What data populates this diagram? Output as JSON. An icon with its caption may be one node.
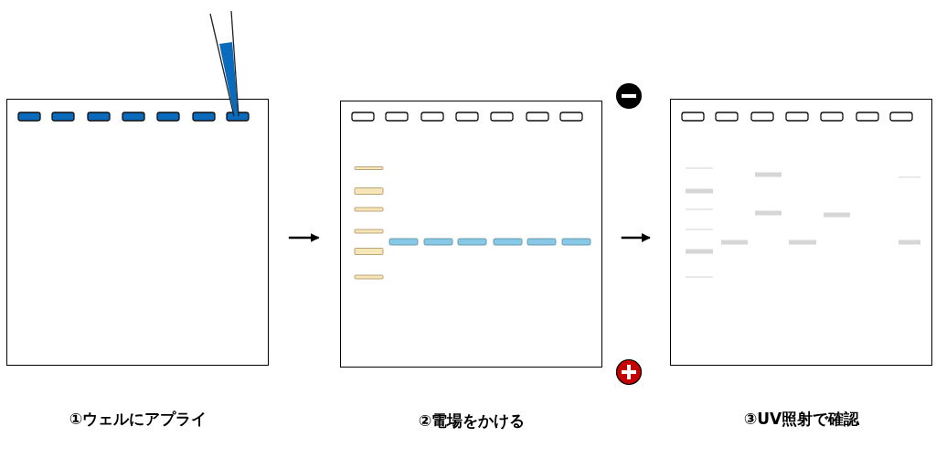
{
  "diagram": {
    "nodes": [
      {
        "text": [
          "①ウェルにアプライ"
        ]
      },
      {
        "text": [
          "②電場をかける"
        ]
      },
      {
        "text": [
          "③UV照射で確認"
        ]
      }
    ],
    "edges": [
      {
        "from": 0,
        "to": 1,
        "arrow": "to"
      },
      {
        "from": 1,
        "to": 2,
        "arrow": "to"
      }
    ]
  }
}
